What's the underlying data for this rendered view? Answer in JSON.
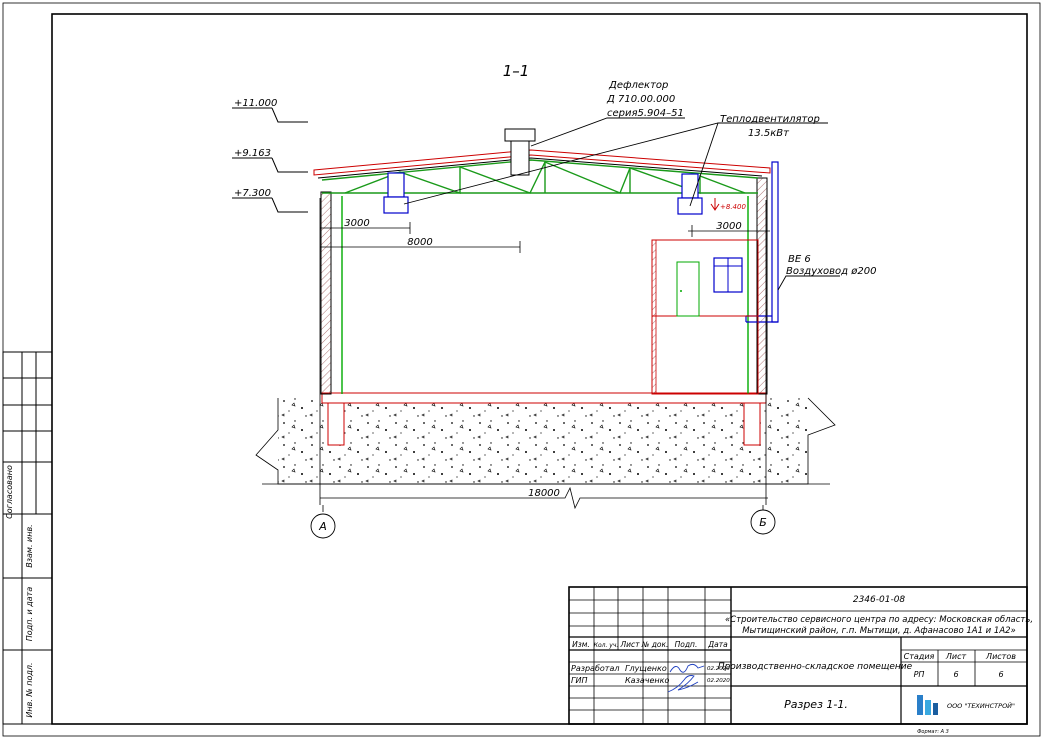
{
  "section_title": "1–1",
  "elevations": [
    "+11.000",
    "+9.163",
    "+7.300"
  ],
  "deflector": {
    "title": "Дефлектор",
    "code": "Д 710.00.000",
    "series": "серия5.904–51"
  },
  "heater": {
    "title": "Теплодвентилятор",
    "power": "13.5кВт"
  },
  "red_mark": "+8.400",
  "dims": {
    "left_3000": "3000",
    "span_8000": "8000",
    "right_3000": "3000",
    "total_18000": "18000"
  },
  "duct": {
    "label": "ВЕ 6",
    "desc": "Воздуховод ø200"
  },
  "axes": {
    "left": "А",
    "right": "Б"
  },
  "side_labels": [
    "Согласовано",
    "Взам. инв.",
    "Подп. и дата",
    "Инв. № подл."
  ],
  "title_block": {
    "project_code": "2346-01-08",
    "project_line1": "«Строительство сервисного центра по адресу: Московская область,",
    "project_line2": "Мытищинский район, г.п. Мытищи, д. Афанасово 1А1 и 1А2»",
    "col_headers": [
      "Изм.",
      "Кол. уч.",
      "Лист",
      "№ док.",
      "Подп.",
      "Дата"
    ],
    "row1": {
      "role": "Разработал",
      "name": "Глущенко",
      "date": "02.2020"
    },
    "row2": {
      "role": "ГИП",
      "name": "Казаченко",
      "date": "02.2020"
    },
    "building": "Производственно-складское помещение",
    "stage_header": "Стадия",
    "sheet_header": "Лист",
    "sheets_header": "Листов",
    "stage": "РП",
    "sheet": "6",
    "sheets": "6",
    "drawing_name": "Разрез 1-1.",
    "company": "ООО \"ТЕХИНСТРОЙ\"",
    "format": "Формат: А 3"
  }
}
